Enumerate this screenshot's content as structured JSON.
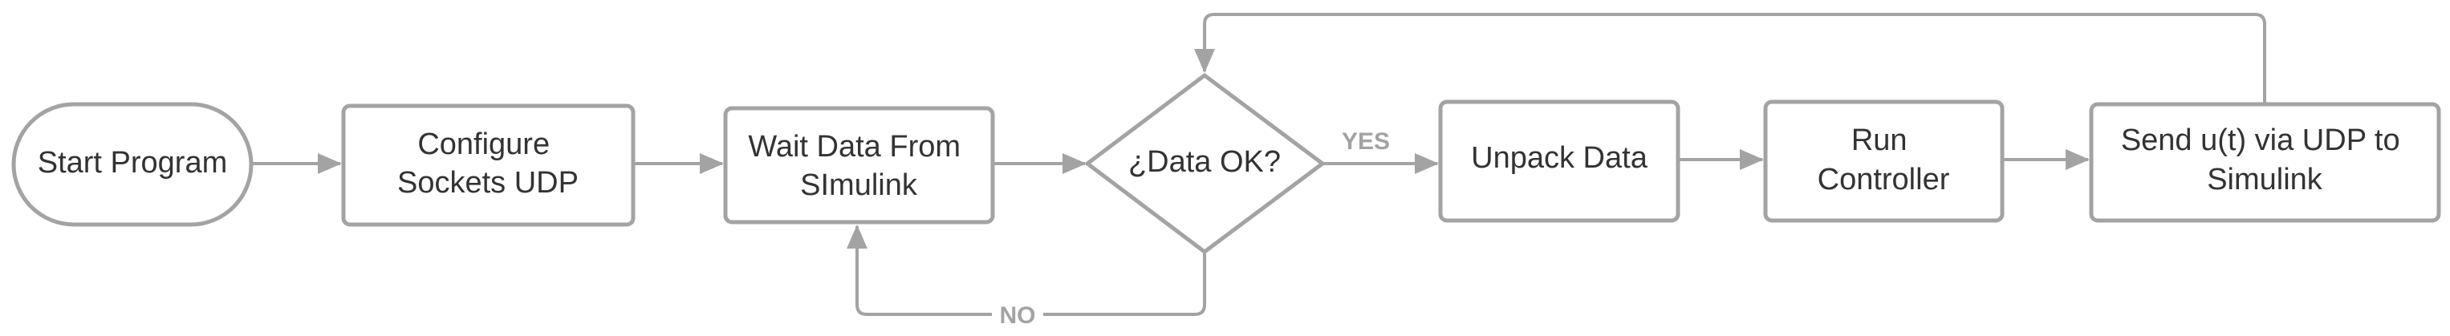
{
  "nodes": {
    "start": {
      "lines": [
        "Start Program"
      ]
    },
    "configure": {
      "lines": [
        "Configure",
        "Sockets UDP"
      ]
    },
    "wait": {
      "lines": [
        "Wait Data From",
        "SImulink"
      ]
    },
    "decision": {
      "lines": [
        "¿Data OK?"
      ]
    },
    "unpack": {
      "lines": [
        "Unpack Data"
      ]
    },
    "run": {
      "lines": [
        "Run",
        "Controller"
      ]
    },
    "send": {
      "lines": [
        "Send u(t) via UDP to",
        "Simulink"
      ]
    }
  },
  "edges": {
    "yes_label": "YES",
    "no_label": "NO"
  },
  "colors": {
    "stroke": "#a3a3a3",
    "text": "#333333",
    "label": "#a3a3a3",
    "background": "#ffffff"
  }
}
